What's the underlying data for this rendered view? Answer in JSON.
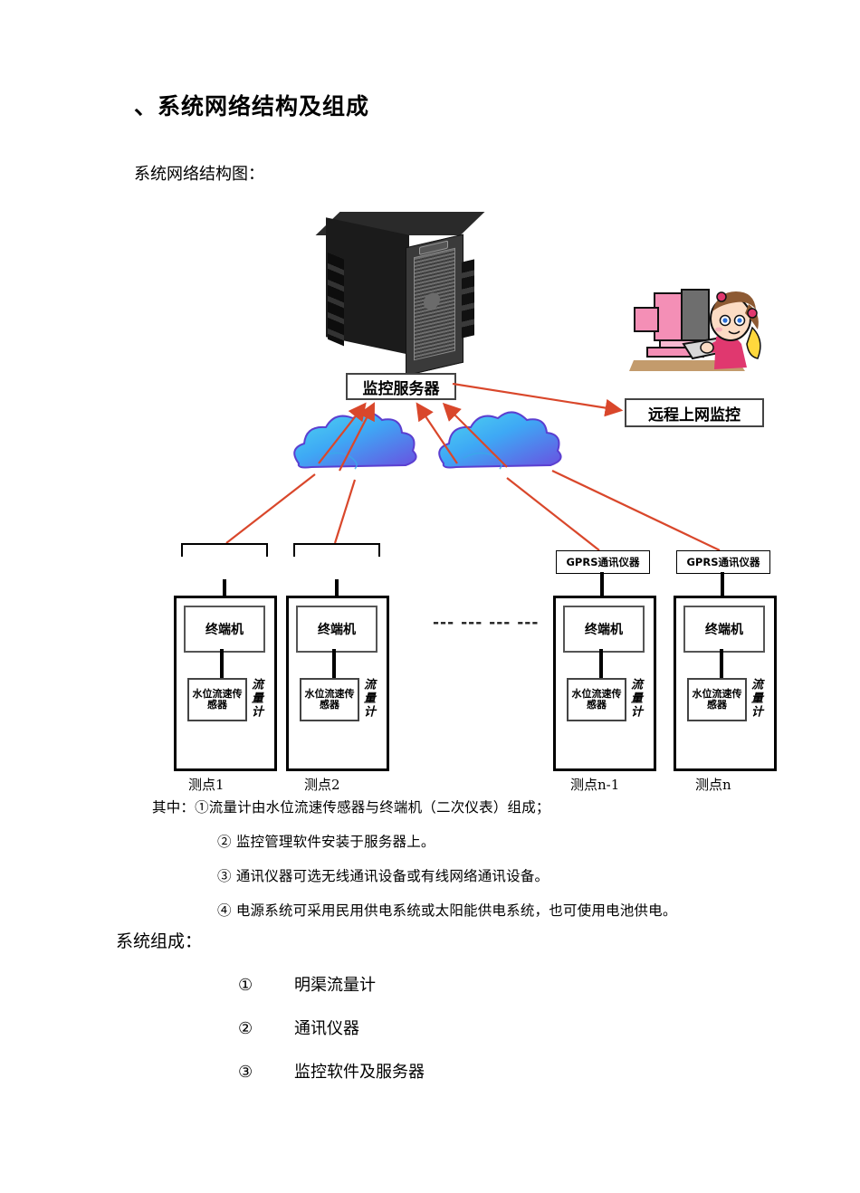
{
  "document": {
    "title": "、系统网络结构及组成",
    "subheading": "系统网络结构图：",
    "section_heading": "系统组成："
  },
  "diagram": {
    "server_label": "监控服务器",
    "remote_label": "远程上网监控",
    "ellipsis": "--- --- --- ---",
    "cloud_count": 2,
    "stations": [
      {
        "comm_label": "",
        "terminal": "终端机",
        "sensor": "水位流速传感器",
        "meter": "流量计",
        "point_label": "测点1"
      },
      {
        "comm_label": "",
        "terminal": "终端机",
        "sensor": "水位流速传感器",
        "meter": "流量计",
        "point_label": "测点2"
      },
      {
        "comm_label": "GPRS通讯仪器",
        "terminal": "终端机",
        "sensor": "水位流速传感器",
        "meter": "流量计",
        "point_label": "测点n-1"
      },
      {
        "comm_label": "GPRS通讯仪器",
        "terminal": "终端机",
        "sensor": "水位流速传感器",
        "meter": "流量计",
        "point_label": "测点n"
      }
    ]
  },
  "notes": [
    "其中：①流量计由水位流速传感器与终端机（二次仪表）组成；",
    "②  监控管理软件安装于服务器上。",
    "③  通讯仪器可选无线通讯设备或有线网络通讯设备。",
    "④  电源系统可采用民用供电系统或太阳能供电系统，也可使用电池供电。"
  ],
  "components": [
    {
      "num": "①",
      "text": "明渠流量计"
    },
    {
      "num": "②",
      "text": "通讯仪器"
    },
    {
      "num": "③",
      "text": "监控软件及服务器"
    }
  ],
  "colors": {
    "arrow": "#d9472b",
    "cloud_light": "#4fd7ef",
    "cloud_mid": "#3ea8f5",
    "cloud_dark": "#6a4fe0",
    "pink": "#f48fb6",
    "skin": "#fbdcc4"
  }
}
